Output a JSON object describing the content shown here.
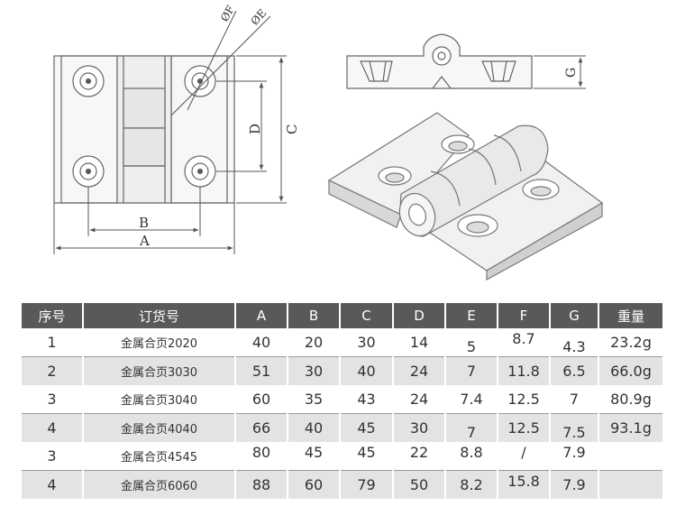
{
  "drawing": {
    "labels": {
      "a": "A",
      "b": "B",
      "c": "C",
      "d": "D",
      "g": "G",
      "phi_f": "ØF",
      "phi_e": "ØE"
    }
  },
  "table": {
    "headers": [
      "序号",
      "订货号",
      "A",
      "B",
      "C",
      "D",
      "E",
      "F",
      "G",
      "重量"
    ],
    "rows": [
      [
        "1",
        "金属合页2020",
        "40",
        "20",
        "30",
        "14",
        "5",
        "8.7",
        "4.3",
        "23.2g"
      ],
      [
        "2",
        "金属合页3030",
        "51",
        "30",
        "40",
        "24",
        "7",
        "11.8",
        "6.5",
        "66.0g"
      ],
      [
        "3",
        "金属合页3040",
        "60",
        "35",
        "43",
        "24",
        "7.4",
        "12.5",
        "7",
        "80.9g"
      ],
      [
        "4",
        "金属合页4040",
        "66",
        "40",
        "45",
        "30",
        "7",
        "12.5",
        "7.5",
        "93.1g"
      ],
      [
        "3",
        "金属合页4545",
        "80",
        "45",
        "45",
        "22",
        "8.8",
        "/",
        "7.9",
        ""
      ],
      [
        "4",
        "金属合页6060",
        "88",
        "60",
        "79",
        "50",
        "8.2",
        "15.8",
        "7.9",
        ""
      ]
    ]
  }
}
